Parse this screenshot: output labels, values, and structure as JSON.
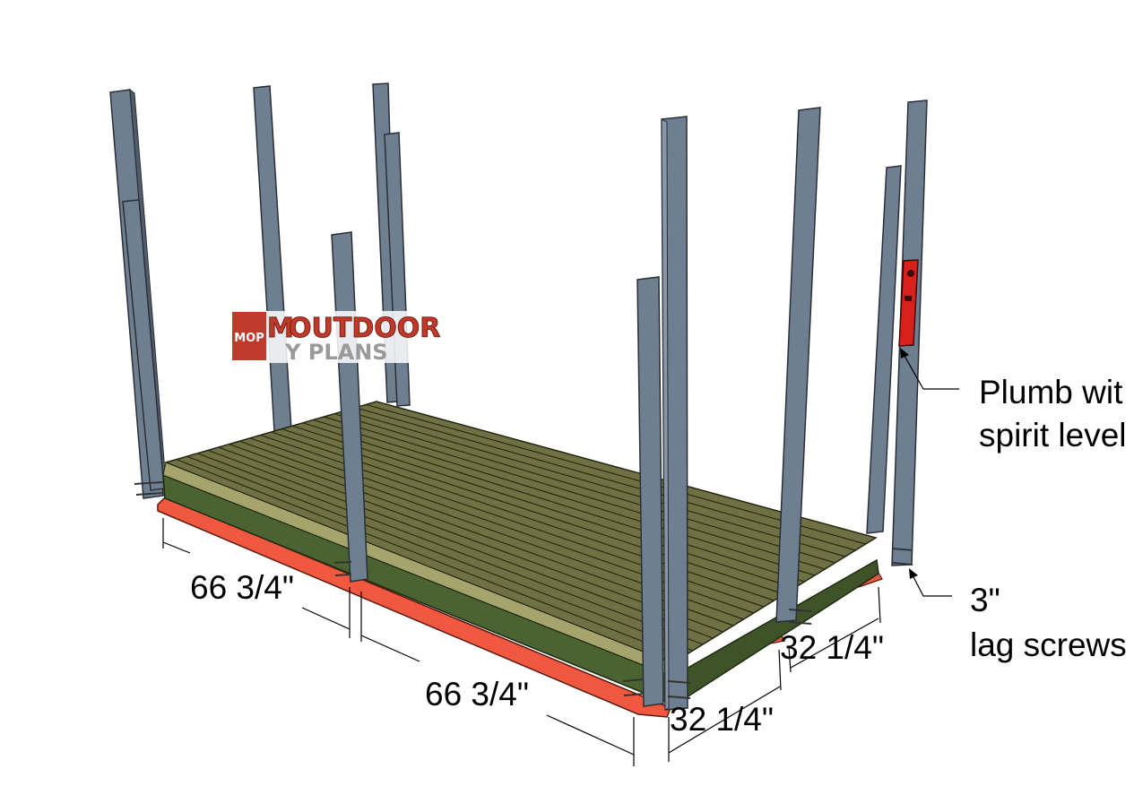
{
  "logo": {
    "badge": "MOP",
    "text_top": "OUTDOOR",
    "text_bottom": "Y PLANS",
    "letter_m": "M"
  },
  "dimensions": {
    "left_span_1": "66 3/4\"",
    "left_span_2": "66 3/4\"",
    "right_span_front": "32 1/4\"",
    "right_span_back": "32 1/4\""
  },
  "annotations": {
    "plumb_line1": "Plumb wit",
    "plumb_line2": "spirit level",
    "screws_line1": "3\"",
    "screws_line2": "lag screws"
  },
  "colors": {
    "post": "#6e7f92",
    "post_light": "#8796a8",
    "post_dark": "#4f5d6c",
    "deck_slat": "#6f7145",
    "deck_slat_light": "#a4a46c",
    "frame_green": "#4b6330",
    "skid_red": "#f0583f",
    "level_red": "#d9201a"
  }
}
